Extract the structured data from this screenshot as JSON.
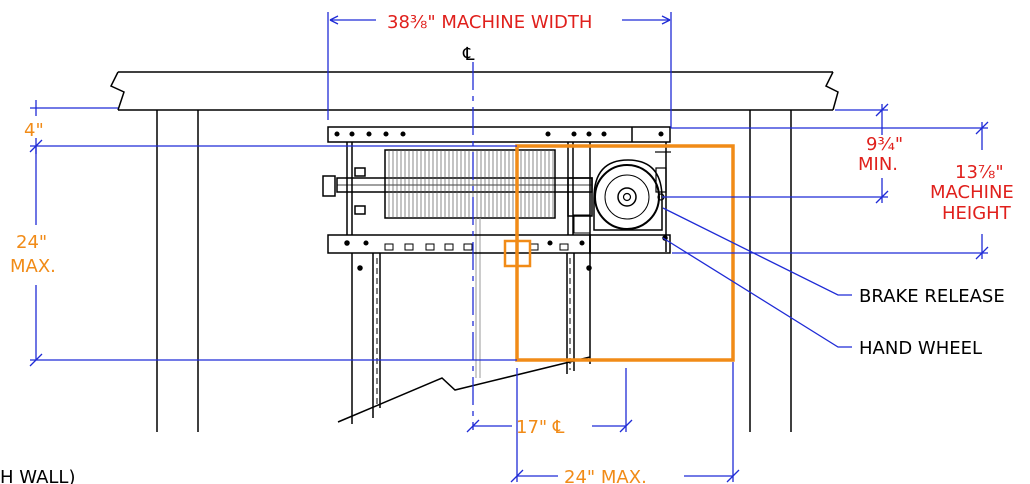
{
  "colors": {
    "red": "#e0201c",
    "orange": "#f18b17",
    "blue": "#1f2bd6",
    "black": "#000000"
  },
  "labels": {
    "machine_width": "38⅜\" MACHINE WIDTH",
    "center_line_top": "℄",
    "dim_4": "4\"",
    "dim_min": "9¾\"",
    "dim_min_sub": "MIN.",
    "machine_height_value": "13⅞\"",
    "machine_height_l1": "MACHINE",
    "machine_height_l2": "HEIGHT",
    "dim_24_max_left": "24\"",
    "dim_24_max_left_sub": "MAX.",
    "brake_release": "BRAKE RELEASE",
    "hand_wheel": "HAND WHEEL",
    "dim_17_cl": "17\" ℄",
    "dim_24_max_bottom": "24\" MAX.",
    "wall_note": "H WALL)"
  },
  "icons": {
    "centerline_symbol": "centerline-icon",
    "hand_wheel": "hand-wheel-icon",
    "cable_drum": "cable-drum-icon"
  }
}
